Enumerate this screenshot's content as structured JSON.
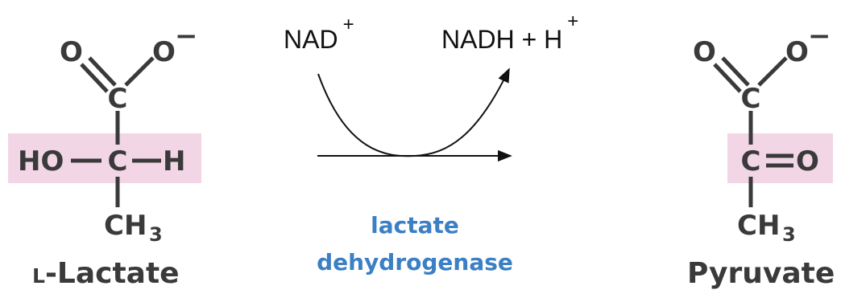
{
  "reactant": {
    "name_prefix": "L",
    "name_rest": "-Lactate",
    "atoms": {
      "o_double": "O",
      "o_minus": "O",
      "o_minus_charge": "−",
      "carboxyl_c": "C",
      "ho": "HO",
      "alpha_c": "C",
      "h": "H",
      "methyl_c": "CH",
      "methyl_sub": "3"
    }
  },
  "product": {
    "name": "Pyruvate",
    "atoms": {
      "o_double": "O",
      "o_minus": "O",
      "o_minus_charge": "−",
      "carboxyl_c": "C",
      "alpha_c": "C",
      "keto_o": "O",
      "methyl_c": "CH",
      "methyl_sub": "3"
    }
  },
  "cofactor_in": {
    "text": "NAD",
    "charge": "+"
  },
  "cofactor_out": {
    "text": "NADH + H",
    "charge": "+"
  },
  "enzyme": {
    "line1": "lactate",
    "line2": "dehydrogenase"
  },
  "colors": {
    "highlight": "#f2d6e6",
    "atoms": "#3a3a3a",
    "enzyme": "#3b7fc4",
    "arrows": "#111111"
  }
}
